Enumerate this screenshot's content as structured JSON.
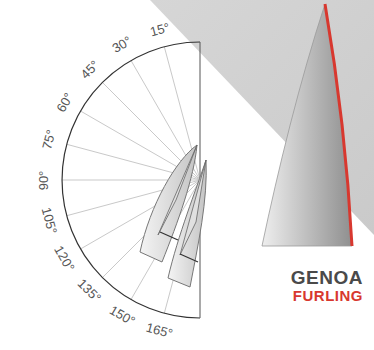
{
  "diagram": {
    "labels": [
      "15°",
      "30°",
      "45°",
      "60°",
      "75°",
      "90°",
      "105°",
      "120°",
      "135°",
      "150°",
      "165°",
      "GENOA",
      "FURLING"
    ]
  }
}
